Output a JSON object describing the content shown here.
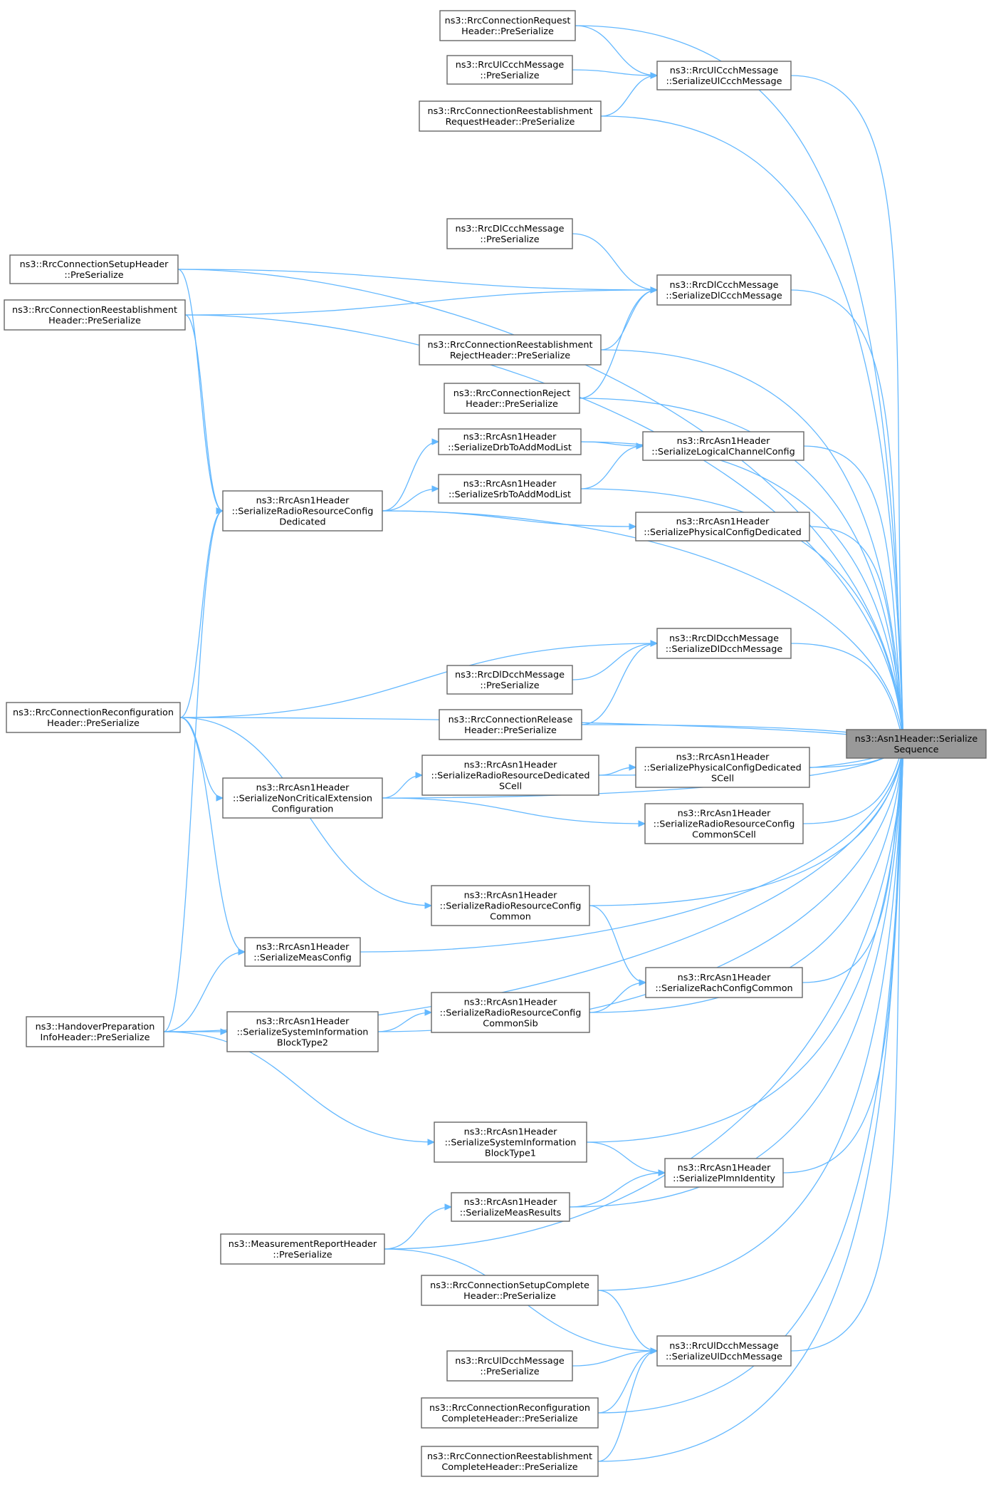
{
  "colors": {
    "edge": "#63b8ff",
    "node_border": "#666666",
    "node_fill": "#ffffff",
    "focus_fill": "#999999"
  },
  "nodes": [
    {
      "id": "focus",
      "lines": [
        "ns3::Asn1Header::Serialize",
        "Sequence"
      ],
      "highlight": true
    },
    {
      "id": "n1",
      "lines": [
        "ns3::RrcConnectionRequest",
        "Header::PreSerialize"
      ]
    },
    {
      "id": "n2",
      "lines": [
        "ns3::RrcUlCcchMessage",
        "::PreSerialize"
      ]
    },
    {
      "id": "n3",
      "lines": [
        "ns3::RrcConnectionReestablishment",
        "RequestHeader::PreSerialize"
      ]
    },
    {
      "id": "n4",
      "lines": [
        "ns3::RrcUlCcchMessage",
        "::SerializeUlCcchMessage"
      ]
    },
    {
      "id": "n5",
      "lines": [
        "ns3::RrcDlCcchMessage",
        "::PreSerialize"
      ]
    },
    {
      "id": "n6",
      "lines": [
        "ns3::RrcConnectionSetupHeader",
        "::PreSerialize"
      ]
    },
    {
      "id": "n7",
      "lines": [
        "ns3::RrcConnectionReestablishment",
        "Header::PreSerialize"
      ]
    },
    {
      "id": "n8",
      "lines": [
        "ns3::RrcDlCcchMessage",
        "::SerializeDlCcchMessage"
      ]
    },
    {
      "id": "n9",
      "lines": [
        "ns3::RrcConnectionReestablishment",
        "RejectHeader::PreSerialize"
      ]
    },
    {
      "id": "n10",
      "lines": [
        "ns3::RrcConnectionReject",
        "Header::PreSerialize"
      ]
    },
    {
      "id": "n11",
      "lines": [
        "ns3::RrcAsn1Header",
        "::SerializeDrbToAddModList"
      ]
    },
    {
      "id": "n12",
      "lines": [
        "ns3::RrcAsn1Header",
        "::SerializeLogicalChannelConfig"
      ]
    },
    {
      "id": "n13",
      "lines": [
        "ns3::RrcAsn1Header",
        "::SerializeSrbToAddModList"
      ]
    },
    {
      "id": "n14",
      "lines": [
        "ns3::RrcAsn1Header",
        "::SerializeRadioResourceConfig",
        "Dedicated"
      ]
    },
    {
      "id": "n15",
      "lines": [
        "ns3::RrcAsn1Header",
        "::SerializePhysicalConfigDedicated"
      ]
    },
    {
      "id": "n16",
      "lines": [
        "ns3::RrcDlDcchMessage",
        "::SerializeDlDcchMessage"
      ]
    },
    {
      "id": "n17",
      "lines": [
        "ns3::RrcDlDcchMessage",
        "::PreSerialize"
      ]
    },
    {
      "id": "n18",
      "lines": [
        "ns3::RrcConnectionReconfiguration",
        "Header::PreSerialize"
      ]
    },
    {
      "id": "n19",
      "lines": [
        "ns3::RrcConnectionRelease",
        "Header::PreSerialize"
      ]
    },
    {
      "id": "n20",
      "lines": [
        "ns3::RrcAsn1Header",
        "::SerializeRadioResourceDedicated",
        "SCell"
      ]
    },
    {
      "id": "n21",
      "lines": [
        "ns3::RrcAsn1Header",
        "::SerializePhysicalConfigDedicated",
        "SCell"
      ]
    },
    {
      "id": "n22",
      "lines": [
        "ns3::RrcAsn1Header",
        "::SerializeNonCriticalExtension",
        "Configuration"
      ]
    },
    {
      "id": "n23",
      "lines": [
        "ns3::RrcAsn1Header",
        "::SerializeRadioResourceConfig",
        "CommonSCell"
      ]
    },
    {
      "id": "n24",
      "lines": [
        "ns3::RrcAsn1Header",
        "::SerializeRadioResourceConfig",
        "Common"
      ]
    },
    {
      "id": "n25",
      "lines": [
        "ns3::RrcAsn1Header",
        "::SerializeMeasConfig"
      ]
    },
    {
      "id": "n26",
      "lines": [
        "ns3::RrcAsn1Header",
        "::SerializeRachConfigCommon"
      ]
    },
    {
      "id": "n27",
      "lines": [
        "ns3::RrcAsn1Header",
        "::SerializeRadioResourceConfig",
        "CommonSib"
      ]
    },
    {
      "id": "n28",
      "lines": [
        "ns3::HandoverPreparation",
        "InfoHeader::PreSerialize"
      ]
    },
    {
      "id": "n29",
      "lines": [
        "ns3::RrcAsn1Header",
        "::SerializeSystemInformation",
        "BlockType2"
      ]
    },
    {
      "id": "n30",
      "lines": [
        "ns3::RrcAsn1Header",
        "::SerializeSystemInformation",
        "BlockType1"
      ]
    },
    {
      "id": "n31",
      "lines": [
        "ns3::RrcAsn1Header",
        "::SerializePlmnIdentity"
      ]
    },
    {
      "id": "n32",
      "lines": [
        "ns3::RrcAsn1Header",
        "::SerializeMeasResults"
      ]
    },
    {
      "id": "n33",
      "lines": [
        "ns3::MeasurementReportHeader",
        "::PreSerialize"
      ]
    },
    {
      "id": "n34",
      "lines": [
        "ns3::RrcConnectionSetupComplete",
        "Header::PreSerialize"
      ]
    },
    {
      "id": "n35",
      "lines": [
        "ns3::RrcUlDcchMessage",
        "::SerializeUlDcchMessage"
      ]
    },
    {
      "id": "n36",
      "lines": [
        "ns3::RrcUlDcchMessage",
        "::PreSerialize"
      ]
    },
    {
      "id": "n37",
      "lines": [
        "ns3::RrcConnectionReconfiguration",
        "CompleteHeader::PreSerialize"
      ]
    },
    {
      "id": "n38",
      "lines": [
        "ns3::RrcConnectionReestablishment",
        "CompleteHeader::PreSerialize"
      ]
    }
  ],
  "edges": [
    [
      "n1",
      "focus"
    ],
    [
      "n3",
      "focus"
    ],
    [
      "n4",
      "focus"
    ],
    [
      "n6",
      "focus"
    ],
    [
      "n7",
      "focus"
    ],
    [
      "n8",
      "focus"
    ],
    [
      "n9",
      "focus"
    ],
    [
      "n10",
      "focus"
    ],
    [
      "n11",
      "focus"
    ],
    [
      "n12",
      "focus"
    ],
    [
      "n13",
      "focus"
    ],
    [
      "n14",
      "focus"
    ],
    [
      "n15",
      "focus"
    ],
    [
      "n18",
      "focus"
    ],
    [
      "n16",
      "focus"
    ],
    [
      "n19",
      "focus"
    ],
    [
      "n20",
      "focus"
    ],
    [
      "n21",
      "focus"
    ],
    [
      "n22",
      "focus"
    ],
    [
      "n23",
      "focus"
    ],
    [
      "n24",
      "focus"
    ],
    [
      "n25",
      "focus"
    ],
    [
      "n26",
      "focus"
    ],
    [
      "n27",
      "focus"
    ],
    [
      "n28",
      "focus"
    ],
    [
      "n29",
      "focus"
    ],
    [
      "n30",
      "focus"
    ],
    [
      "n31",
      "focus"
    ],
    [
      "n32",
      "focus"
    ],
    [
      "n33",
      "focus"
    ],
    [
      "n34",
      "focus"
    ],
    [
      "n35",
      "focus"
    ],
    [
      "n37",
      "focus"
    ],
    [
      "n38",
      "focus"
    ],
    [
      "n1",
      "n4"
    ],
    [
      "n2",
      "n4"
    ],
    [
      "n3",
      "n4"
    ],
    [
      "n5",
      "n8"
    ],
    [
      "n6",
      "n8"
    ],
    [
      "n7",
      "n8"
    ],
    [
      "n9",
      "n8"
    ],
    [
      "n10",
      "n8"
    ],
    [
      "n11",
      "n12"
    ],
    [
      "n13",
      "n12"
    ],
    [
      "n14",
      "n11"
    ],
    [
      "n14",
      "n13"
    ],
    [
      "n14",
      "n15"
    ],
    [
      "n6",
      "n14"
    ],
    [
      "n7",
      "n14"
    ],
    [
      "n18",
      "n14"
    ],
    [
      "n28",
      "n14"
    ],
    [
      "n17",
      "n16"
    ],
    [
      "n18",
      "n16"
    ],
    [
      "n19",
      "n16"
    ],
    [
      "n18",
      "n22"
    ],
    [
      "n18",
      "n24"
    ],
    [
      "n18",
      "n25"
    ],
    [
      "n20",
      "n21"
    ],
    [
      "n22",
      "n20"
    ],
    [
      "n22",
      "n23"
    ],
    [
      "n24",
      "n26"
    ],
    [
      "n27",
      "n26"
    ],
    [
      "n29",
      "n27"
    ],
    [
      "n28",
      "n25"
    ],
    [
      "n28",
      "n29"
    ],
    [
      "n28",
      "n30"
    ],
    [
      "n30",
      "n31"
    ],
    [
      "n32",
      "n31"
    ],
    [
      "n33",
      "n32"
    ],
    [
      "n33",
      "n35"
    ],
    [
      "n34",
      "n35"
    ],
    [
      "n36",
      "n35"
    ],
    [
      "n37",
      "n35"
    ],
    [
      "n38",
      "n35"
    ]
  ]
}
